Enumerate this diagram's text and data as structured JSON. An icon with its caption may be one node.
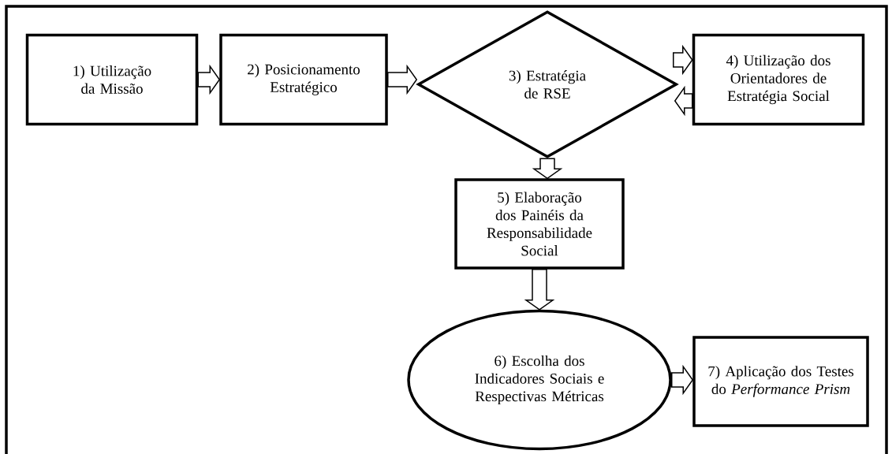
{
  "diagram": {
    "nodes": [
      {
        "text": [
          "1) Utilização da Missão"
        ]
      },
      {
        "text": [
          "2) Posicionamento Estratégico"
        ]
      },
      {
        "text": [
          "3) Estratégia de RSE"
        ]
      },
      {
        "text": [
          "4) Utilização dos Orientadores de Estratégia Social"
        ]
      },
      {
        "text": [
          "5) Elaboração dos Painéis da Responsabilidade Social"
        ]
      },
      {
        "text": [
          "6) Escolha dos Indicadores Sociais e Respectivas Métricas"
        ]
      },
      {
        "text": [
          "7) Aplicação dos Testes do *Performance Prism*"
        ]
      }
    ],
    "edges": [
      {
        "from": 0,
        "to": 1,
        "arrow": "to"
      },
      {
        "from": 1,
        "to": 2,
        "arrow": "to"
      },
      {
        "from": 2,
        "to": 3,
        "arrow": "to"
      },
      {
        "from": 3,
        "to": 2,
        "arrow": "to"
      },
      {
        "from": 2,
        "to": 4,
        "arrow": "to"
      },
      {
        "from": 4,
        "to": 5,
        "arrow": "to"
      },
      {
        "from": 5,
        "to": 6,
        "arrow": "to"
      }
    ]
  }
}
